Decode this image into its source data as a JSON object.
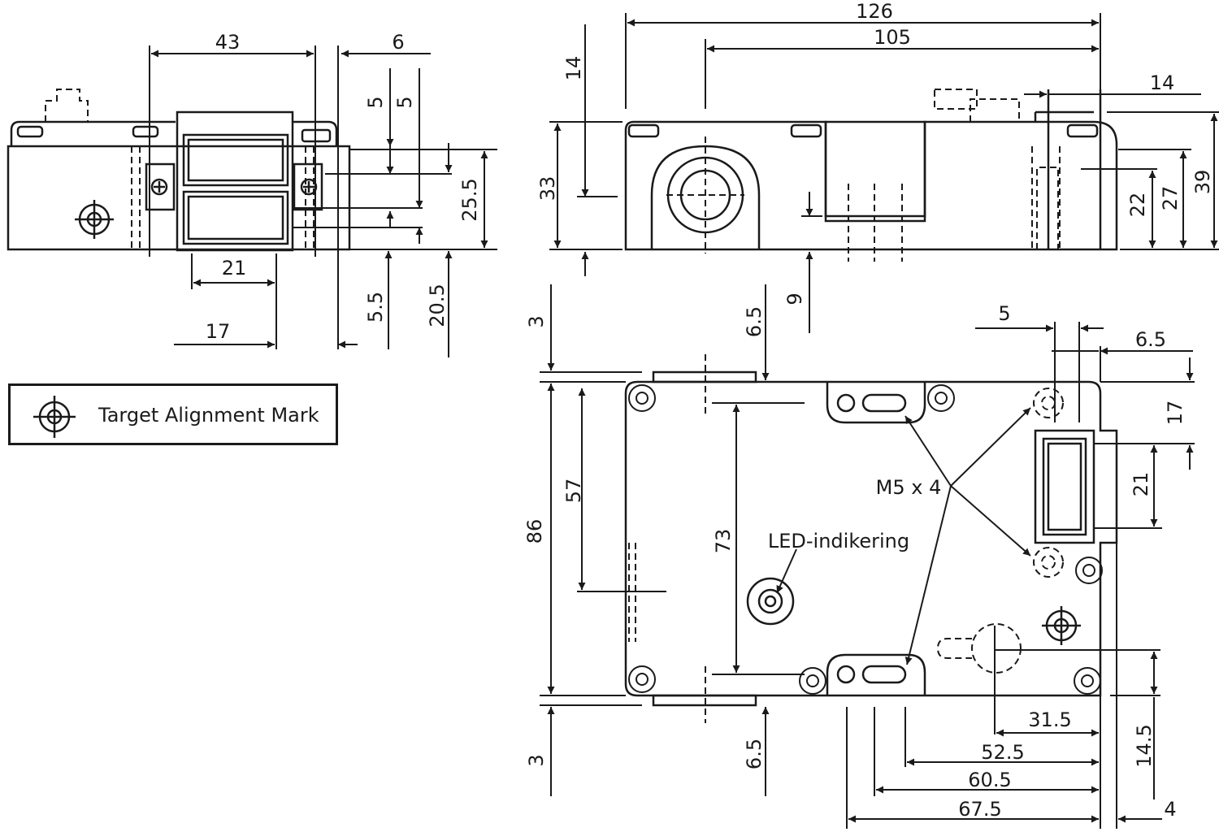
{
  "colors": {
    "line": "#1a1a1a",
    "background": "#ffffff"
  },
  "legend": {
    "icon": "target-alignment-mark-icon",
    "label": "Target Alignment Mark"
  },
  "callouts": {
    "mounting_holes": "M5 x 4",
    "led": "LED-indikering"
  },
  "dimensions": {
    "d43": "43",
    "d6_top": "6",
    "d5_a": "5",
    "d5_b": "5",
    "d25_5": "25.5",
    "d21_left": "21",
    "d17_left": "17",
    "d5_5": "5.5",
    "d20_5": "20.5",
    "d126": "126",
    "d105": "105",
    "d14_left": "14",
    "d14_right": "14",
    "d33": "33",
    "d22": "22",
    "d27": "27",
    "d39": "39",
    "d9": "9",
    "d3_top": "3",
    "d6_5_top": "6.5",
    "d5_right": "5",
    "d6_5_right": "6.5",
    "d17_right": "17",
    "d21_right": "21",
    "d86": "86",
    "d57": "57",
    "d73": "73",
    "d3_bottom": "3",
    "d6_5_bottom": "6.5",
    "d31_5": "31.5",
    "d52_5": "52.5",
    "d60_5": "60.5",
    "d67_5": "67.5",
    "d14_5": "14.5",
    "d4": "4"
  }
}
